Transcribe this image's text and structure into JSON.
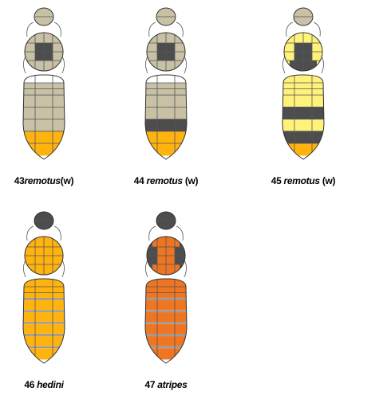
{
  "colors": {
    "outline": "#333333",
    "stroke": "#555555",
    "white": "#ffffff",
    "beige": "#c8c1a6",
    "dark": "#4d4d4d",
    "yellow": "#fff27a",
    "orange": "#ffb30f",
    "redOrange": "#ee7522",
    "band": "#c7c7c7"
  },
  "specimens": [
    {
      "id": "s43",
      "number": "43",
      "species": "remotus",
      "caste": "(w)",
      "head": "beige",
      "thoraxFront": "beige",
      "thoraxCenter": "dark",
      "thoraxSides": "beige",
      "thoraxRear": "beige",
      "base": "white",
      "segments": [
        "beige",
        "beige",
        "beige",
        "beige",
        "orange",
        "orange"
      ],
      "gaps": []
    },
    {
      "id": "s44",
      "number": "44",
      "species": "remotus",
      "caste": "(w)",
      "head": "beige",
      "thoraxFront": "beige",
      "thoraxCenter": "dark",
      "thoraxSides": "beige",
      "thoraxRear": "beige",
      "base": "white",
      "segments": [
        "beige",
        "beige",
        "beige",
        "dark",
        "orange",
        "orange"
      ],
      "gaps": []
    },
    {
      "id": "s45",
      "number": "45",
      "species": "remotus",
      "caste": "(w)",
      "head": "beige",
      "thoraxFront": "yellow",
      "thoraxCenter": "dark",
      "thoraxSides": "yellow",
      "thoraxRear": "dark",
      "base": "yellow",
      "segments": [
        "yellow",
        "yellow",
        "dark",
        "yellow",
        "dark",
        "orange"
      ],
      "gaps": []
    },
    {
      "id": "s46",
      "number": "46",
      "species": "hedini",
      "caste": "",
      "head": "dark",
      "thoraxFront": "orange",
      "thoraxCenter": "orange",
      "thoraxSides": "orange",
      "thoraxRear": "orange",
      "base": "orange",
      "segments": [
        "orange",
        "orange",
        "orange",
        "orange",
        "orange",
        "orange"
      ],
      "gaps": [
        "band",
        "band",
        "band",
        "band",
        "band"
      ]
    },
    {
      "id": "s47",
      "number": "47",
      "species": "atripes",
      "caste": "",
      "head": "dark",
      "thoraxFront": "redOrange",
      "thoraxCenter": "redOrange",
      "thoraxSides": "dark",
      "thoraxRear": "redOrange",
      "base": "redOrange",
      "segments": [
        "redOrange",
        "redOrange",
        "redOrange",
        "redOrange",
        "redOrange",
        "redOrange"
      ],
      "gaps": [
        "band",
        "band",
        "band",
        "band",
        "band"
      ]
    }
  ]
}
